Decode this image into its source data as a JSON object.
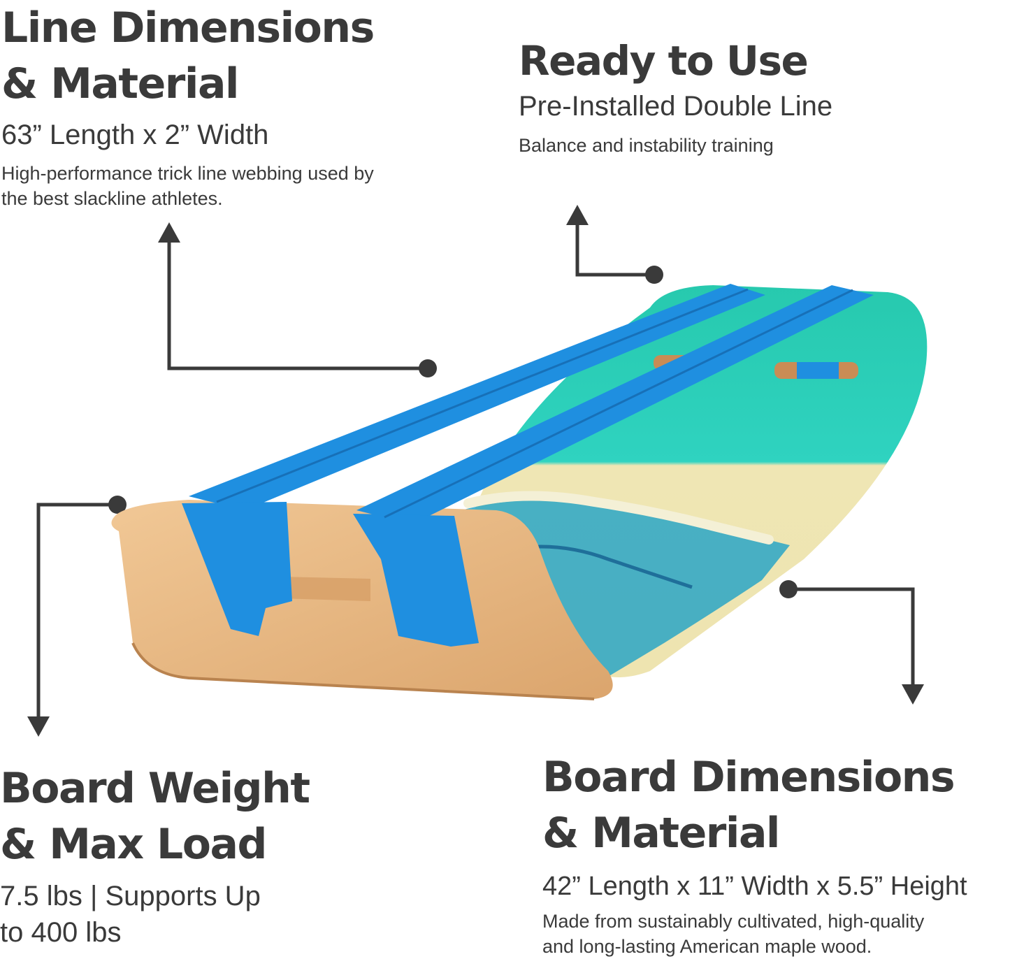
{
  "callouts": {
    "line": {
      "title_1": "Line Dimensions",
      "title_2": "& Material",
      "spec": "63” Length x 2” Width",
      "description_1": "High-performance trick line webbing used by",
      "description_2": "the best slackline athletes."
    },
    "ready": {
      "title": "Ready to Use",
      "spec": "Pre-Installed Double Line",
      "description": "Balance and instability training"
    },
    "weight": {
      "title_1": "Board Weight",
      "title_2": "& Max Load",
      "spec_1": "7.5 lbs | Supports Up",
      "spec_2": "to 400 lbs"
    },
    "board": {
      "title_1": "Board Dimensions",
      "title_2": "& Material",
      "spec": "42” Length x 11” Width x 5.5” Height",
      "description_1": "Made from sustainably cultivated, high-quality",
      "description_2": "and long-lasting American maple wood."
    }
  },
  "product": {
    "illustration": "balance-board-with-double-slackline",
    "colors": {
      "webbing": "#1f8fe0",
      "wood": "#e7b884",
      "deck_teal": "#2fd3b8",
      "deck_sand": "#efe6b4",
      "wave": "#2aa6c6",
      "ink": "#3a3a3a"
    }
  }
}
